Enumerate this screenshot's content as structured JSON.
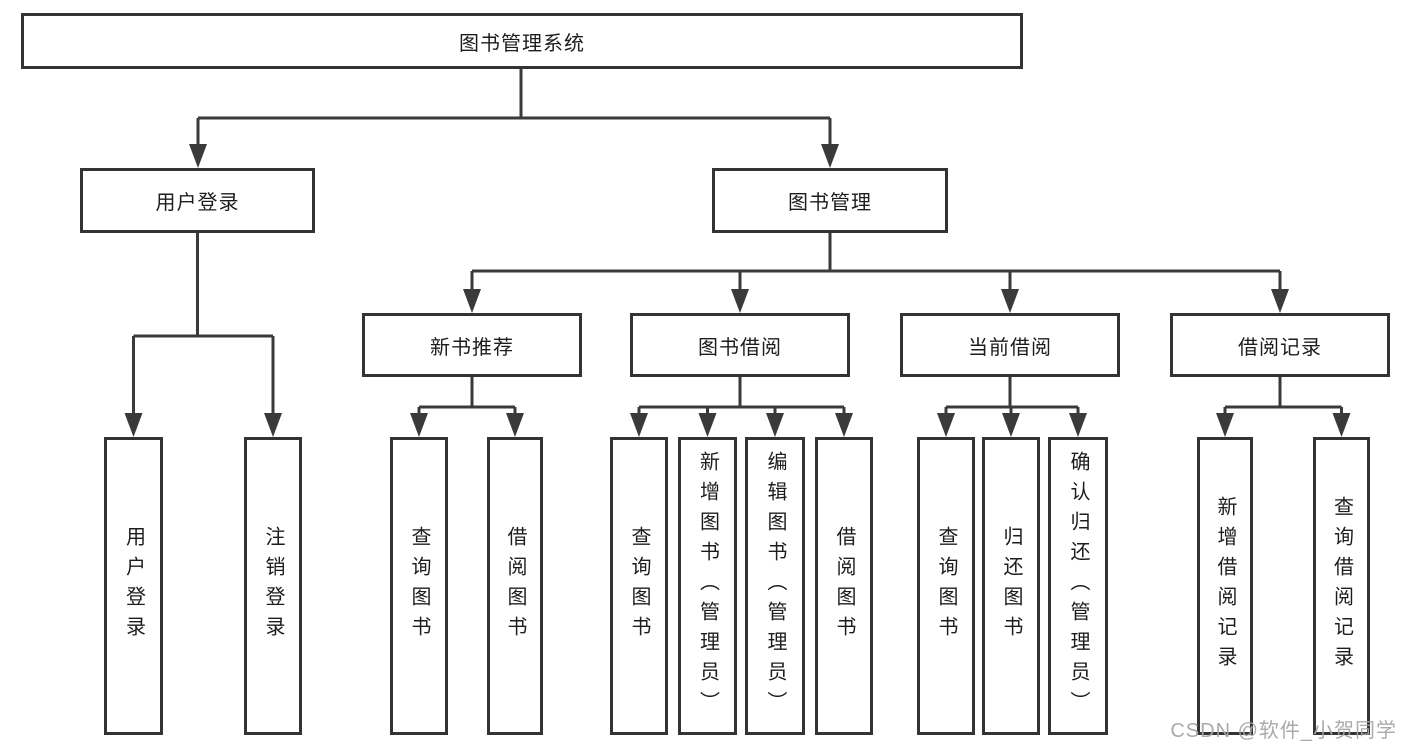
{
  "root": {
    "label": "图书管理系统"
  },
  "branches": [
    {
      "label": "用户登录",
      "children": [
        {
          "label": "用户登录"
        },
        {
          "label": "注销登录"
        }
      ]
    },
    {
      "label": "图书管理",
      "children": [
        {
          "label": "新书推荐",
          "children": [
            {
              "label": "查询图书"
            },
            {
              "label": "借阅图书"
            }
          ]
        },
        {
          "label": "图书借阅",
          "children": [
            {
              "label": "查询图书"
            },
            {
              "label": "新增图书（管理员）"
            },
            {
              "label": "编辑图书（管理员）"
            },
            {
              "label": "借阅图书"
            }
          ]
        },
        {
          "label": "当前借阅",
          "children": [
            {
              "label": "查询图书"
            },
            {
              "label": "归还图书"
            },
            {
              "label": "确认归还（管理员）"
            }
          ]
        },
        {
          "label": "借阅记录",
          "children": [
            {
              "label": "新增借阅记录"
            },
            {
              "label": "查询借阅记录"
            }
          ]
        }
      ]
    }
  ],
  "watermark": {
    "text": "CSDN @软件_小贺同学"
  },
  "colors": {
    "line": "#3a3a3a",
    "box_border": "#333333",
    "text": "#1d1d1d",
    "background": "#ffffff",
    "watermark": "#a5a5a5"
  }
}
